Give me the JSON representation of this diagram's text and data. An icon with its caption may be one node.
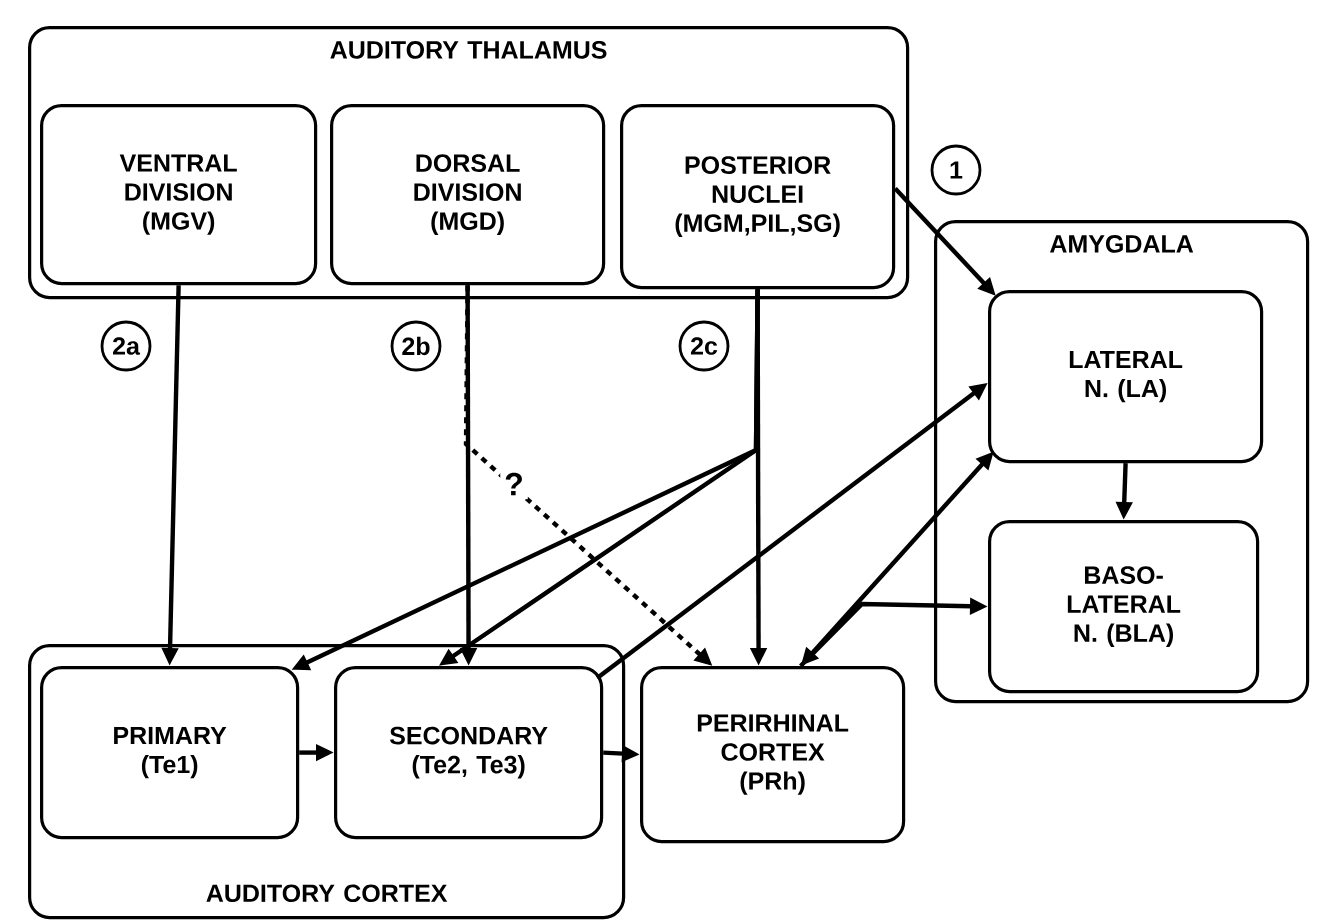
{
  "diagram": {
    "nodes": [
      {
        "text": [
          "AUDITORY THALAMUS"
        ]
      },
      {
        "text": [
          "VENTRAL DIVISION (MGV)"
        ],
        "in": 0
      },
      {
        "text": [
          "DORSAL DIVISION (MGD)"
        ],
        "in": 0
      },
      {
        "text": [
          "POSTERIOR NUCLEI (MGM,PIL,SG)"
        ],
        "in": 0
      },
      {
        "text": [
          "AMYGDALA"
        ]
      },
      {
        "text": [
          "LATERAL N. (LA)"
        ],
        "in": 4
      },
      {
        "text": [
          "BASO-LATERAL N. (BLA)"
        ],
        "in": 4
      },
      {
        "text": [
          "AUDITORY CORTEX"
        ]
      },
      {
        "text": [
          "PRIMARY (Te1)"
        ],
        "in": 7
      },
      {
        "text": [
          "SECONDARY (Te2, Te3)"
        ],
        "in": 7
      },
      {
        "text": [
          "PERIRHINAL CORTEX (PRh)"
        ]
      }
    ],
    "edges": [
      {
        "from": 1,
        "to": 8,
        "arrow": "to",
        "label": "2a"
      },
      {
        "from": 2,
        "to": 9,
        "arrow": "to",
        "label": "2b"
      },
      {
        "from": 3,
        "to": 10,
        "arrow": "to",
        "label": "2c"
      },
      {
        "from": 3,
        "to": 5,
        "arrow": "to",
        "label": "1"
      },
      {
        "from": 3,
        "to": 8,
        "arrow": "to"
      },
      {
        "from": 3,
        "to": 9,
        "arrow": "to"
      },
      {
        "from": 2,
        "to": 10,
        "arrow": "to",
        "label": "?",
        "style": "dashed"
      },
      {
        "from": 9,
        "to": 5,
        "arrow": "to"
      },
      {
        "from": 10,
        "to": 5,
        "arrow": "both"
      },
      {
        "from": 10,
        "to": 6,
        "arrow": "to"
      },
      {
        "from": 5,
        "to": 6,
        "arrow": "to"
      },
      {
        "from": 8,
        "to": 9,
        "arrow": "to"
      },
      {
        "from": 9,
        "to": 10,
        "arrow": "to"
      }
    ]
  }
}
